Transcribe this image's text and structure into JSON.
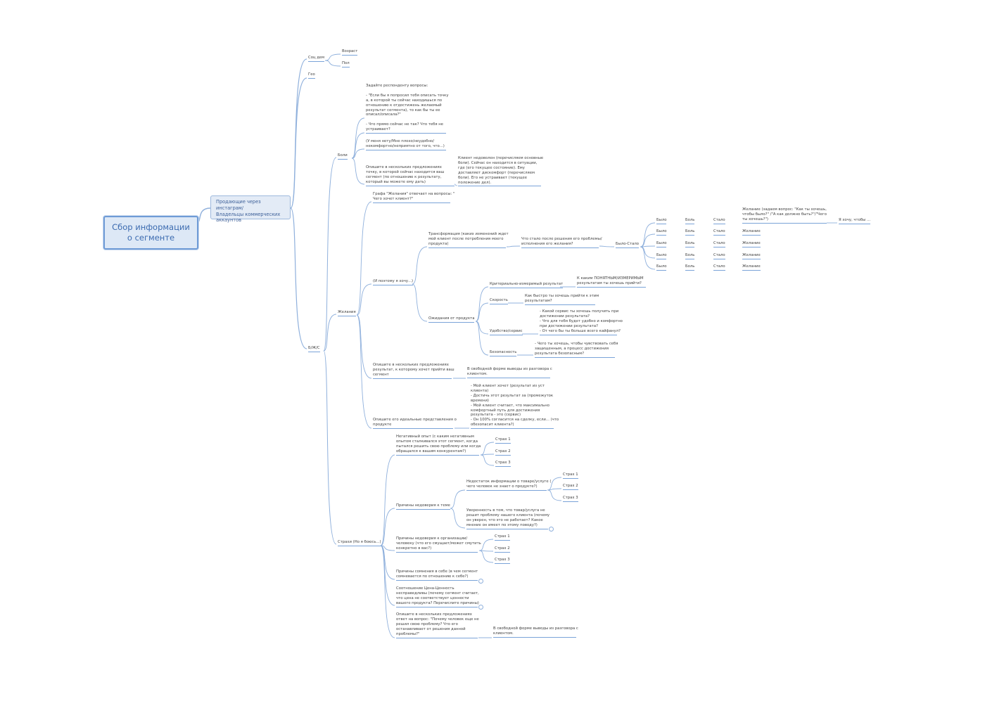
{
  "root": {
    "title": "Сбор информации\nо сегменте"
  },
  "main": {
    "title": "Продающие через инстаграм/\nВладельцы коммерческих\nаккаунтов"
  },
  "socdem": {
    "label": "Соц дем",
    "age": "Возраст",
    "sex": "Пол"
  },
  "geo": {
    "label": "Гео"
  },
  "bjs": {
    "label": "Б/Ж/С"
  },
  "pains": {
    "label": "Боли",
    "intro": "Задайте респонденту вопросы:\n\n- \"Если бы я попросил тебя описать точку\nа, в которой ты сейчас находишься по\nотношению к отдостижень желаемый\nрезультат сегмента), то как бы ты ее\nописал/описала?\"",
    "q1": "- Что прямо сейчас не так? Что тебя не\nустраивает?",
    "q2": "(У меня нету/Мне плохо/неудобно/\nнекомфортно/неприятно от того, что...)",
    "q3": "Опишите в нескольких предложениях\nточку, в которой сейчас находится ваш\nсегмент (по отношению к результату,\nкоторый вы можете ему дать)",
    "q3_answer": "Клиент недоволен (перечисляем основные\nболи). Сейчас он находится в ситуации,\nгде (его текущее состояние). Ему\nдоставляет дискомфорт (перечисляем\nболи). Его не устраивает (текущее\nположение дел)."
  },
  "desires": {
    "label": "Желания",
    "graph": "Графа \"Желания\" отвечает на вопросы: \"\nЧего хочет клиент?\"",
    "and_so": "(И поэтому я хочу...)",
    "transform": "Трансформация (каких изменений ждет\nмой клиент после потребления моего\nпродукта)",
    "what_became": "Что стало после решения его проблемы/\nисполнения его желания?",
    "before_after": "Было-Стало",
    "rows": [
      {
        "was": "Было",
        "pain": "Боль",
        "became": "Стало",
        "desire": "Желание (задаем вопрос: \"Как ты хочешь,\nчтобы было?\" /\"А как должно быть?\"/\"Чего\nты хочешь?\")",
        "extra": "Я хочу, чтобы ..."
      },
      {
        "was": "Было",
        "pain": "Боль",
        "became": "Стало",
        "desire": "Желание",
        "extra": ""
      },
      {
        "was": "Было",
        "pain": "Боль",
        "became": "Стало",
        "desire": "Желание",
        "extra": ""
      },
      {
        "was": "Было",
        "pain": "Боль",
        "became": "Стало",
        "desire": "Желание",
        "extra": ""
      },
      {
        "was": "Было",
        "pain": "Боль",
        "became": "Стало",
        "desire": "Желание",
        "extra": ""
      }
    ],
    "expect": "Ожидания от продукта",
    "criterial": "Критериально-измеримый результат",
    "criterial_q": "К каким ПОНЯТНЫМ/ИЗМЕРИМЫМ\nрезультатам ты хочешь прийти?",
    "speed": "Скорость",
    "speed_q": "Как быстро ты хочешь прийти к этим\nрезультатам?",
    "comfort": "Удобство/сервис",
    "comfort_q": "- Какой сервис ты хочешь получить при\nдостижении результата?\n- Что для тебя будет удобно и комфортно\nпри достижении результата?\n- От чего бы ты больше всего кайфанул?",
    "safety": "Безопасность",
    "safety_q": "- Чего ты хочешь, чтобы чувствовать себя\nзащищенным, а процесс достижения\nрезультата безопасным?",
    "describe_result": "Опишите в нескольких предложениях\nрезультат, к которому хочет прийти ваш\nсегмент",
    "describe_result_ans": "В свободной форме выводы из разговора с\nклиентом.",
    "ideal": "Опишите его идеальные представления о\nпродукте",
    "ideal_ans": "- Мой клиент хочет (результат из уст\nклиента)\n- Достичь этот результат за (промежуток\nвремени)\n- Мой клиент считает, что максимально\nкомфортный путь для достижения\nрезультата - это (сервис)\n- Он 100% согласится на сделку, если... (что\nобезопасит клиента?)"
  },
  "fears": {
    "label": "Страхи (Но я боюсь...)",
    "negative": "Негативный опыт (с каким негативным\nопытом сталкивался этот сегмент, когда\nпытался решить свою проблему или когда\nобращался к вашим конкурентам?)",
    "neg_items": [
      "Страх 1",
      "Страх 2",
      "Страх 3"
    ],
    "distrust_topic": "Причины недоверия к теме",
    "lack_info": "Недостаток информации о товаре/услуге (\nчего человек не знает о продукте?)",
    "lack_items": [
      "Страх 1",
      "Страх 2",
      "Страх 3"
    ],
    "confidence": "Уверенность в том, что товар/услуга не\nрешит проблему нашего клиента (почему\nон уверен, что это не работает? Какое\nмнение он имеет по этому поводу?)",
    "distrust_org": "Причины недоверия к организации/\nчеловеку (что его смущает/может смутить\nконкретно в вас?)",
    "org_items": [
      "Страх 1",
      "Страх 2",
      "Страх 3"
    ],
    "self_doubt": "Причины сомнения в себе (в чем сегмент\nсомневается по отношению к себе?)",
    "price_value": "Соотношение Цена-Ценность\nнесправедливы (почему сегмент считает,\nчто цена не соответствует ценности\nвашего продукта? Перечислите причины)",
    "why_not": "Опишите в нескольких предложениях\nответ на вопрос: \"Почему человек еще не\nрешил свою проблему? Что его\nостанавливает от решения данной\nпроблемы?\"",
    "why_not_ans": "В свободной форме выводы из разговора с\nклиентом."
  }
}
